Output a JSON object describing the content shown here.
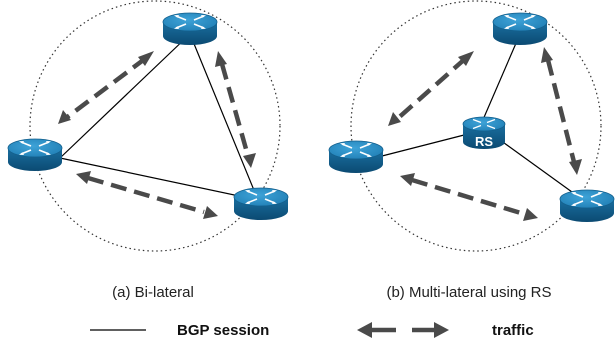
{
  "captions": {
    "a": "(a) Bi-lateral",
    "b": "(b) Multi-lateral using RS"
  },
  "route_server_label": "RS",
  "legend": {
    "bgp_session": "BGP session",
    "traffic": "traffic"
  },
  "icons": {
    "router": "router-icon",
    "route_server": "route-server-icon"
  },
  "colors": {
    "router_top": "#2f8fc3",
    "router_side": "#0f5a86",
    "router_rim": "#1c76a8",
    "arrow": "#4a4a4a",
    "line": "#000000",
    "circle": "#333333"
  }
}
